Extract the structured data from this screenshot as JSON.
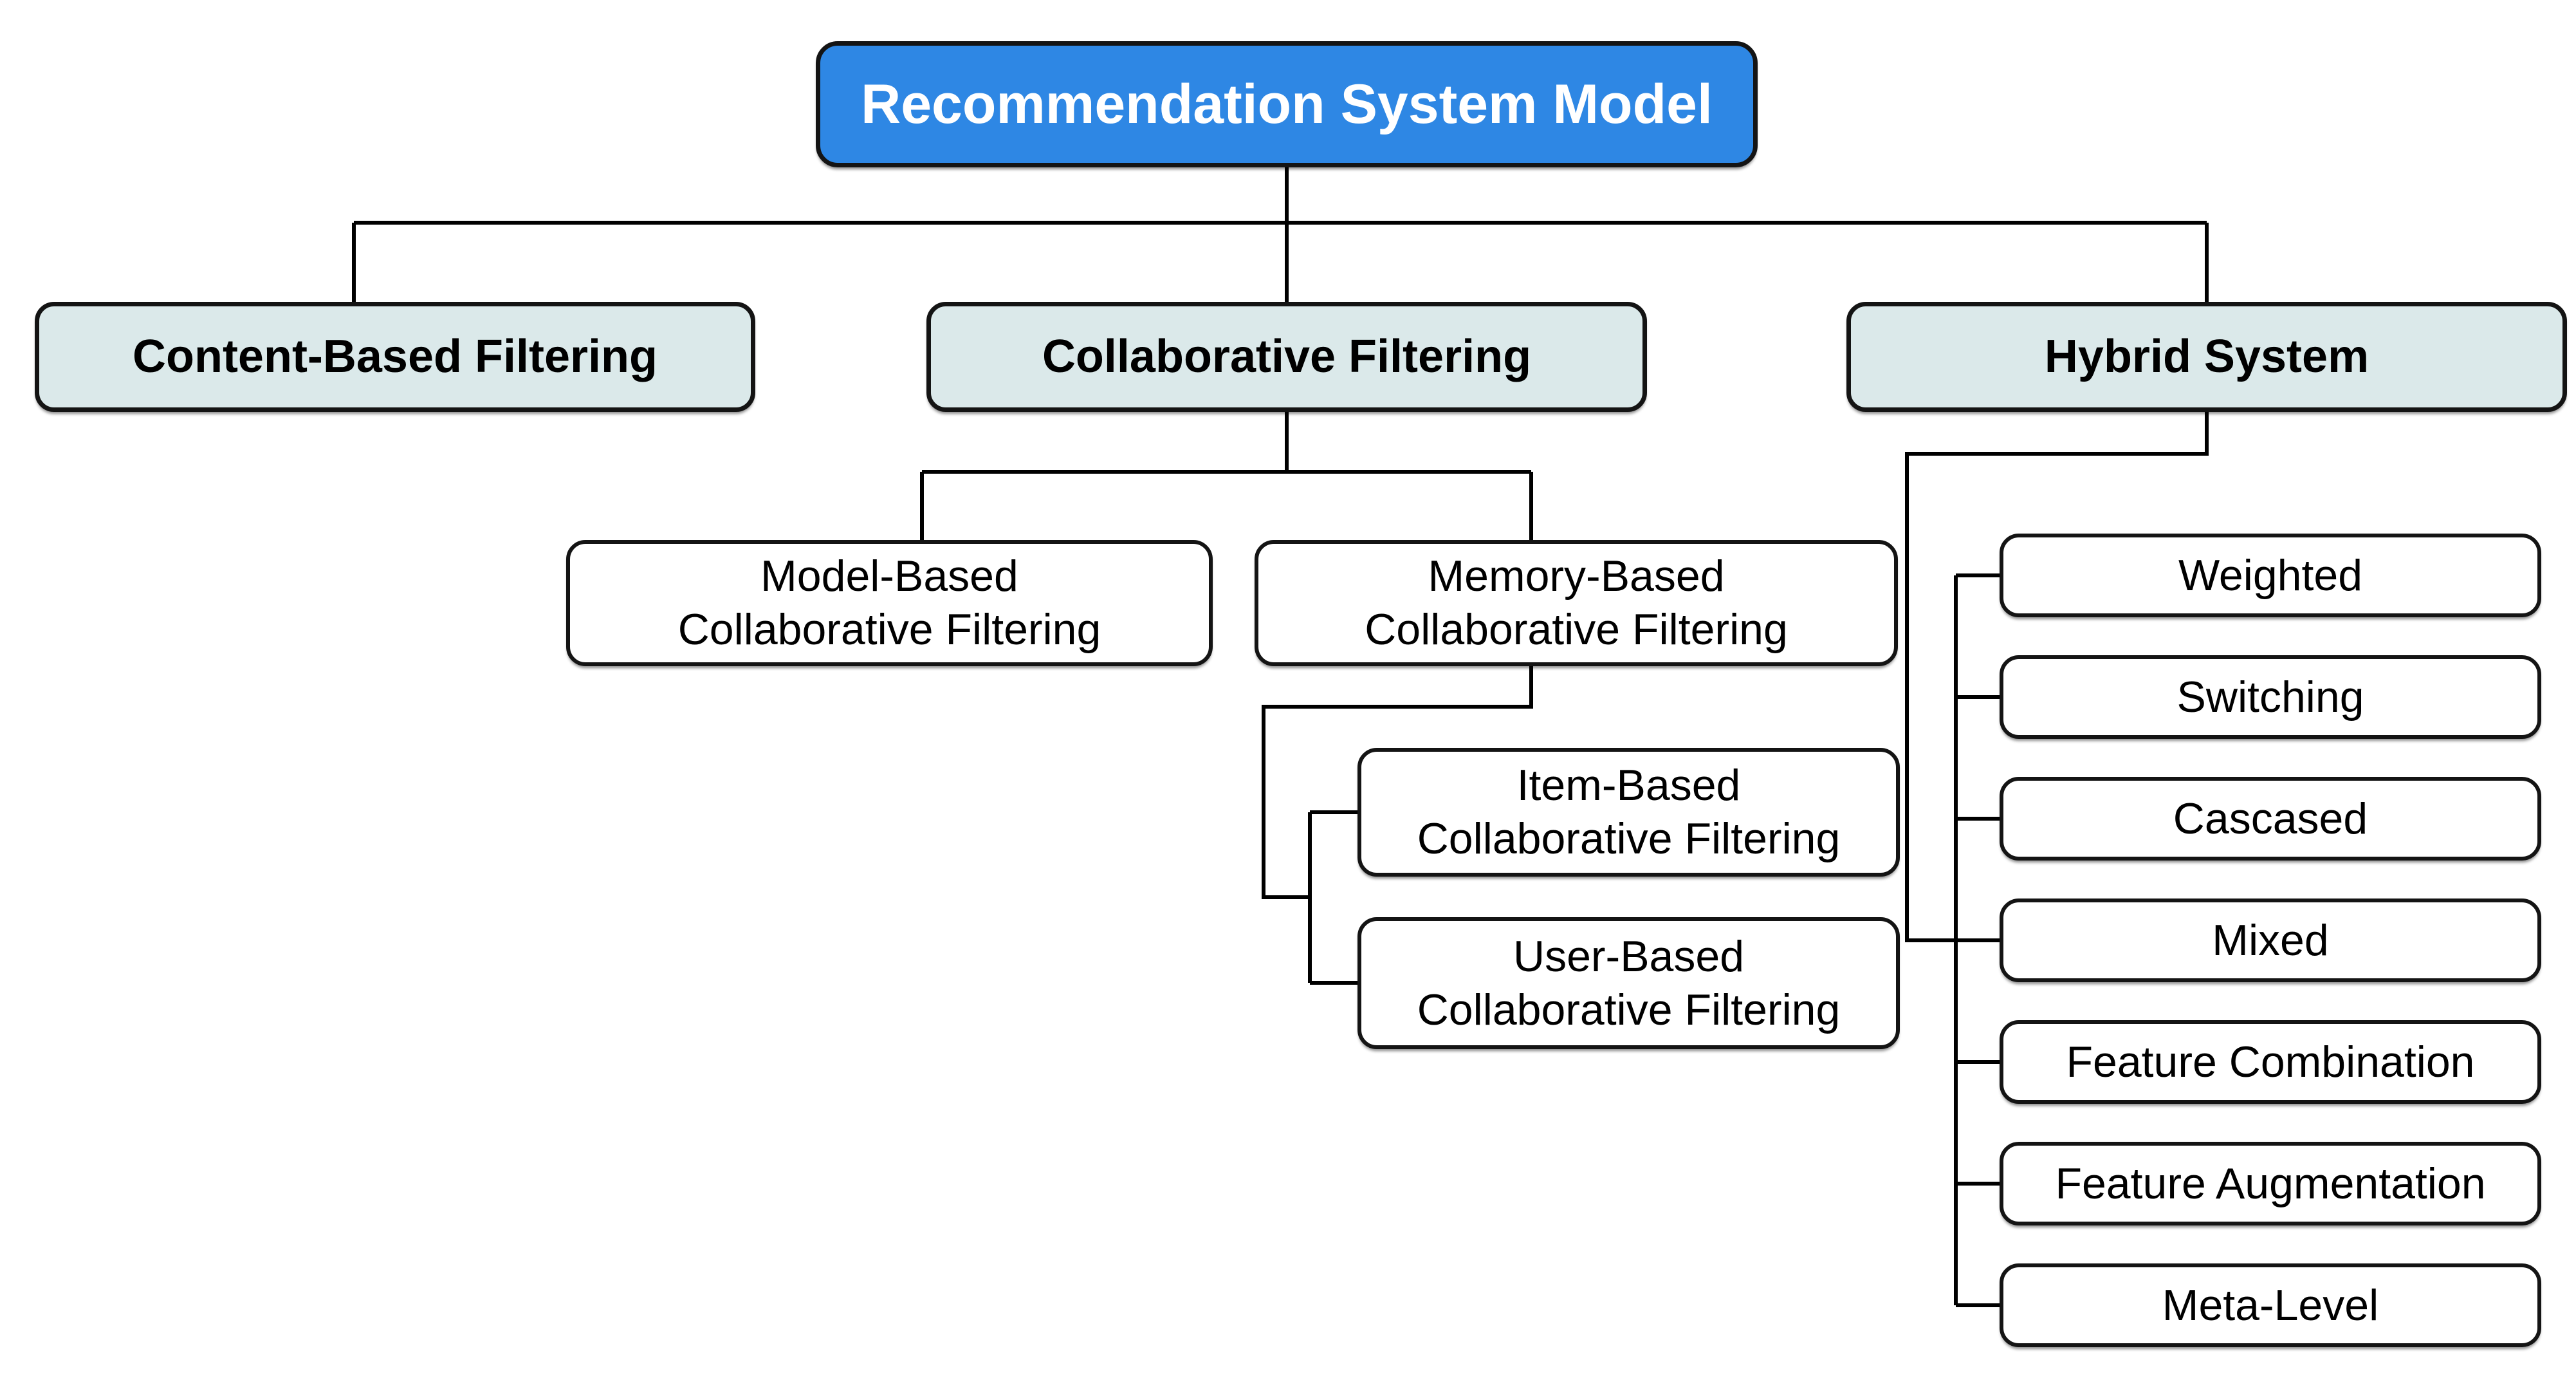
{
  "diagram": {
    "root": {
      "label": "Recommendation System Model"
    },
    "branches": [
      {
        "label": "Content-Based Filtering"
      },
      {
        "label": "Collaborative Filtering"
      },
      {
        "label": "Hybrid System"
      }
    ],
    "collaborative_children": [
      {
        "line1": "Model-Based",
        "line2": "Collaborative Filtering"
      },
      {
        "line1": "Memory-Based",
        "line2": "Collaborative Filtering"
      }
    ],
    "memory_children": [
      {
        "line1": "Item-Based",
        "line2": "Collaborative Filtering"
      },
      {
        "line1": "User-Based",
        "line2": "Collaborative Filtering"
      }
    ],
    "hybrid_children": [
      {
        "label": "Weighted"
      },
      {
        "label": "Switching"
      },
      {
        "label": "Cascased"
      },
      {
        "label": "Mixed"
      },
      {
        "label": "Feature Combination"
      },
      {
        "label": "Feature Augmentation"
      },
      {
        "label": "Meta-Level"
      }
    ]
  },
  "colors": {
    "root-fill": "#2e87e4",
    "root-text": "#ffffff",
    "branch-fill": "#dbe9ea",
    "leaf-fill": "#ffffff",
    "border": "#141414",
    "line": "#000000",
    "text": "#000000",
    "background": "#ffffff"
  }
}
